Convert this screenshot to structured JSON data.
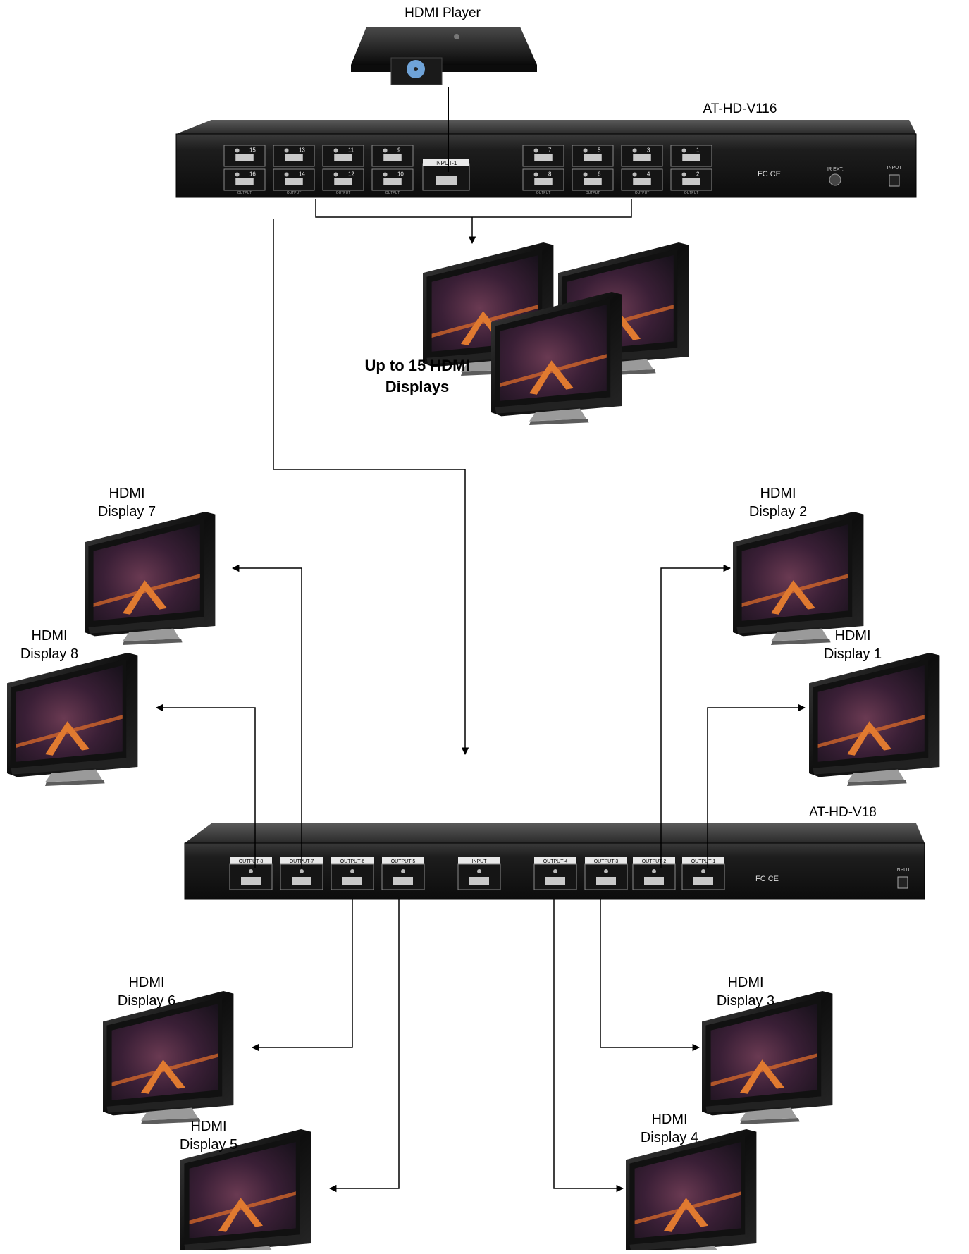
{
  "player": {
    "label": "HDMI Player"
  },
  "splitter16": {
    "model": "AT-HD-V116",
    "input_label": "INPUT-1",
    "top_row": [
      "15",
      "13",
      "11",
      "9",
      "7",
      "5",
      "3",
      "1"
    ],
    "bottom_row": [
      "16",
      "14",
      "12",
      "10",
      "8",
      "6",
      "4",
      "2"
    ],
    "port_caption": "OUTPUT",
    "ir_label": "IR EXT.",
    "power_label": "INPUT",
    "cert_label": "FC CE"
  },
  "group_displays": {
    "line1": "Up to 15 HDMI",
    "line2": "Displays"
  },
  "splitter8": {
    "model": "AT-HD-V18",
    "ports": [
      "OUTPUT-8",
      "OUTPUT-7",
      "OUTPUT-6",
      "OUTPUT-5",
      "INPUT",
      "OUTPUT-4",
      "OUTPUT-3",
      "OUTPUT-2",
      "OUTPUT-1"
    ],
    "power_label": "INPUT",
    "cert_label": "FC CE"
  },
  "screen_brand": "ATLONA",
  "displays": [
    {
      "id": "7",
      "line1": "HDMI",
      "line2": "Display 7"
    },
    {
      "id": "8",
      "line1": "HDMI",
      "line2": "Display 8"
    },
    {
      "id": "2",
      "line1": "HDMI",
      "line2": "Display 2"
    },
    {
      "id": "1",
      "line1": "HDMI",
      "line2": "Display 1"
    },
    {
      "id": "6",
      "line1": "HDMI",
      "line2": "Display 6"
    },
    {
      "id": "3",
      "line1": "HDMI",
      "line2": "Display 3"
    },
    {
      "id": "5",
      "line1": "HDMI",
      "line2": "Display 5"
    },
    {
      "id": "4",
      "line1": "HDMI",
      "line2": "Display 4"
    }
  ],
  "colors": {
    "device": "#1f1f1f",
    "cable": "#000000",
    "screen_glow": "#d9692a"
  }
}
